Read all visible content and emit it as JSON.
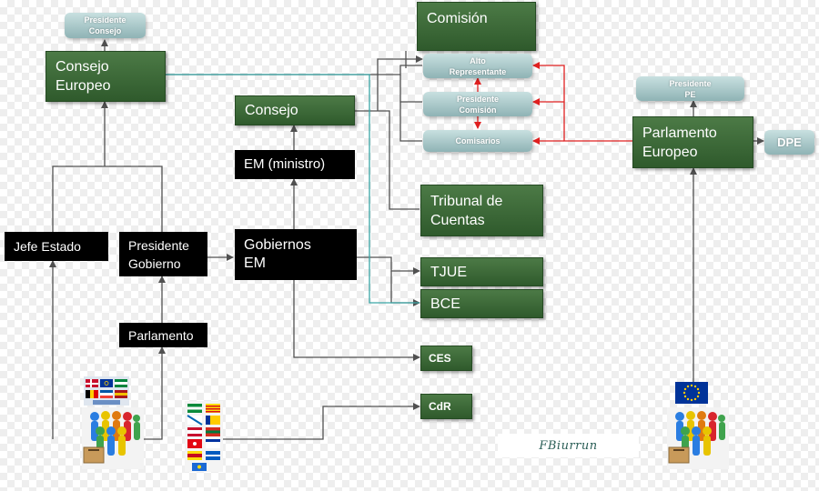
{
  "nodes": {
    "presidente_consejo": "Presidente\nConsejo",
    "consejo_europeo": "Consejo\nEuropeo",
    "comision": "Comisión",
    "alto_representante": "Alto\nRepresentante",
    "presidente_comision": "Presidente\nComisión",
    "comisarios": "Comisarios",
    "consejo": "Consejo",
    "em_ministro": "EM (ministro)",
    "gobiernos_em": "Gobiernos\nEM",
    "jefe_estado": "Jefe Estado",
    "presidente_gobierno": "Presidente\nGobierno",
    "parlamento": "Parlamento",
    "presidente_pe": "Presidente\nPE",
    "parlamento_europeo": "Parlamento\nEuropeo",
    "dpe": "DPE",
    "tribunal_cuentas": "Tribunal de\nCuentas",
    "tjue": "TJUE",
    "bce": "BCE",
    "ces": "CES",
    "cdr": "CdR"
  },
  "signature": "FBiurrun",
  "colors": {
    "green_box": "#3d6b39",
    "pill": "#a8c8ca",
    "black_box": "#000000",
    "teal_line": "#3aa6a6",
    "red_line": "#e02020",
    "gray_line": "#505050"
  },
  "icons": [
    "eu-member-flags-image",
    "voters-ballot-box-image",
    "autonomous-community-flags-image",
    "eu-flag-image"
  ]
}
